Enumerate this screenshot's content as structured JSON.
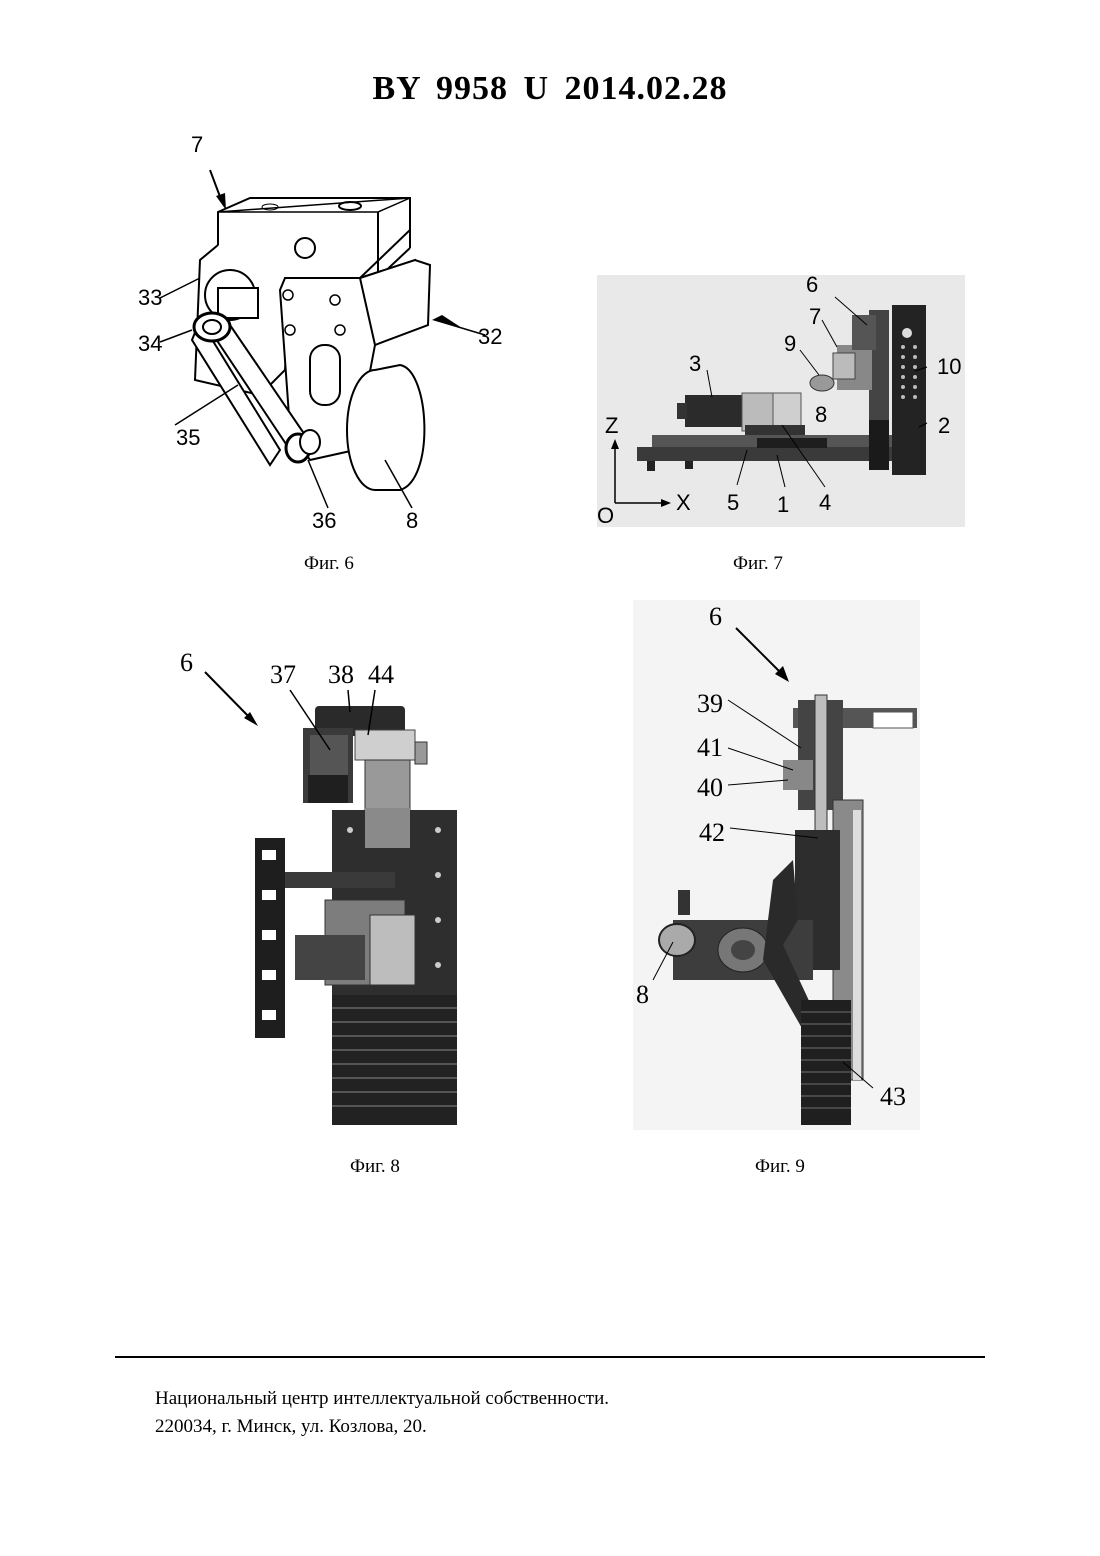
{
  "header": {
    "title": "BY  9958  U  2014.02.28"
  },
  "figures": {
    "fig6": {
      "caption": "Фиг. 6",
      "labels": {
        "l7": "7",
        "l33": "33",
        "l34": "34",
        "l32": "32",
        "l35": "35",
        "l36": "36",
        "l8": "8"
      }
    },
    "fig7": {
      "caption": "Фиг. 7",
      "labels": {
        "l6": "6",
        "l7": "7",
        "l9": "9",
        "l10": "10",
        "l3": "3",
        "l8": "8",
        "l2": "2",
        "lz": "Z",
        "lx": "X",
        "lo": "O",
        "l5": "5",
        "l1": "1",
        "l4": "4"
      }
    },
    "fig8": {
      "caption": "Фиг. 8",
      "labels": {
        "l6": "6",
        "l37": "37",
        "l38": "38",
        "l44": "44"
      }
    },
    "fig9": {
      "caption": "Фиг. 9",
      "labels": {
        "l6": "6",
        "l39": "39",
        "l41": "41",
        "l40": "40",
        "l42": "42",
        "l8": "8",
        "l43": "43"
      }
    }
  },
  "footer": {
    "line1": "Национальный центр интеллектуальной собственности.",
    "line2": "220034, г. Минск, ул. Козлова, 20."
  }
}
